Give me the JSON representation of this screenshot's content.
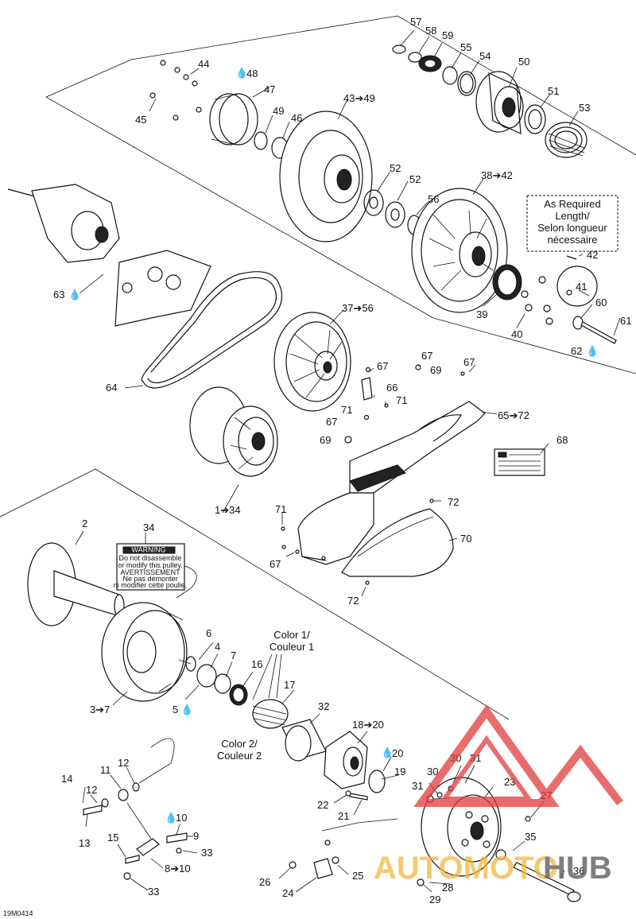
{
  "diagram": {
    "code": "19M0414",
    "note": [
      "As Required",
      "Length/",
      "Selon longueur",
      "nécessaire"
    ],
    "color1": [
      "Color 1/",
      "Couleur 1"
    ],
    "color2": [
      "Color 2/",
      "Couleur 2"
    ],
    "watermark": {
      "part1": "AUTOMOTO",
      "part2": "HUB"
    },
    "labels": {
      "l57": "57",
      "l58": "58",
      "l59": "59",
      "l55": "55",
      "l54": "54",
      "l50": "50",
      "l51": "51",
      "l53": "53",
      "l44": "44",
      "l48": "48",
      "l47": "47",
      "l45": "45",
      "l49": "49",
      "l46": "46",
      "l43": "43➔49",
      "l52a": "52",
      "l52b": "52",
      "l56": "56",
      "l38": "38➔42",
      "l42": "42",
      "l41": "41",
      "l60": "60",
      "l61": "61",
      "l39": "39",
      "l40": "40",
      "l62": "62",
      "l63": "63",
      "l37": "37➔56",
      "l64": "64",
      "l67a": "67",
      "l67b": "67",
      "l67c": "67",
      "l67d": "67",
      "l67e": "67",
      "l69a": "69",
      "l69b": "69",
      "l66": "66",
      "l71a": "71",
      "l71b": "71",
      "l71c": "71",
      "l65": "65➔72",
      "l68": "68",
      "l72a": "72",
      "l72b": "72",
      "l70": "70",
      "l1": "1➔34",
      "l2": "2",
      "l34": "34",
      "l6": "6",
      "l4": "4",
      "l7": "7",
      "l16": "16",
      "l17": "17",
      "l3": "3➔7",
      "l5": "5",
      "l32": "32",
      "l18": "18➔20",
      "l20": "20",
      "l19": "19",
      "l30a": "30",
      "l31a": "31",
      "l30b": "30",
      "l31b": "31",
      "l23": "23",
      "l27": "27",
      "l22": "22",
      "l21": "21",
      "l35": "35",
      "l14": "14",
      "l11": "11",
      "l12a": "12",
      "l12b": "12",
      "l13": "13",
      "l10": "10",
      "l9": "9",
      "l15": "15",
      "l33a": "33",
      "l8": "8➔10",
      "l33b": "33",
      "l26": "26",
      "l25": "25",
      "l24": "24",
      "l28": "28",
      "l29": "29",
      "l36": "36"
    },
    "warning_label": {
      "title": "WARNING",
      "lines": [
        "Do not disassemble",
        "or modify this pulley.",
        "AVERTISSEMENT",
        "Ne pas démonter",
        "ni modifier cette poulie."
      ]
    }
  }
}
